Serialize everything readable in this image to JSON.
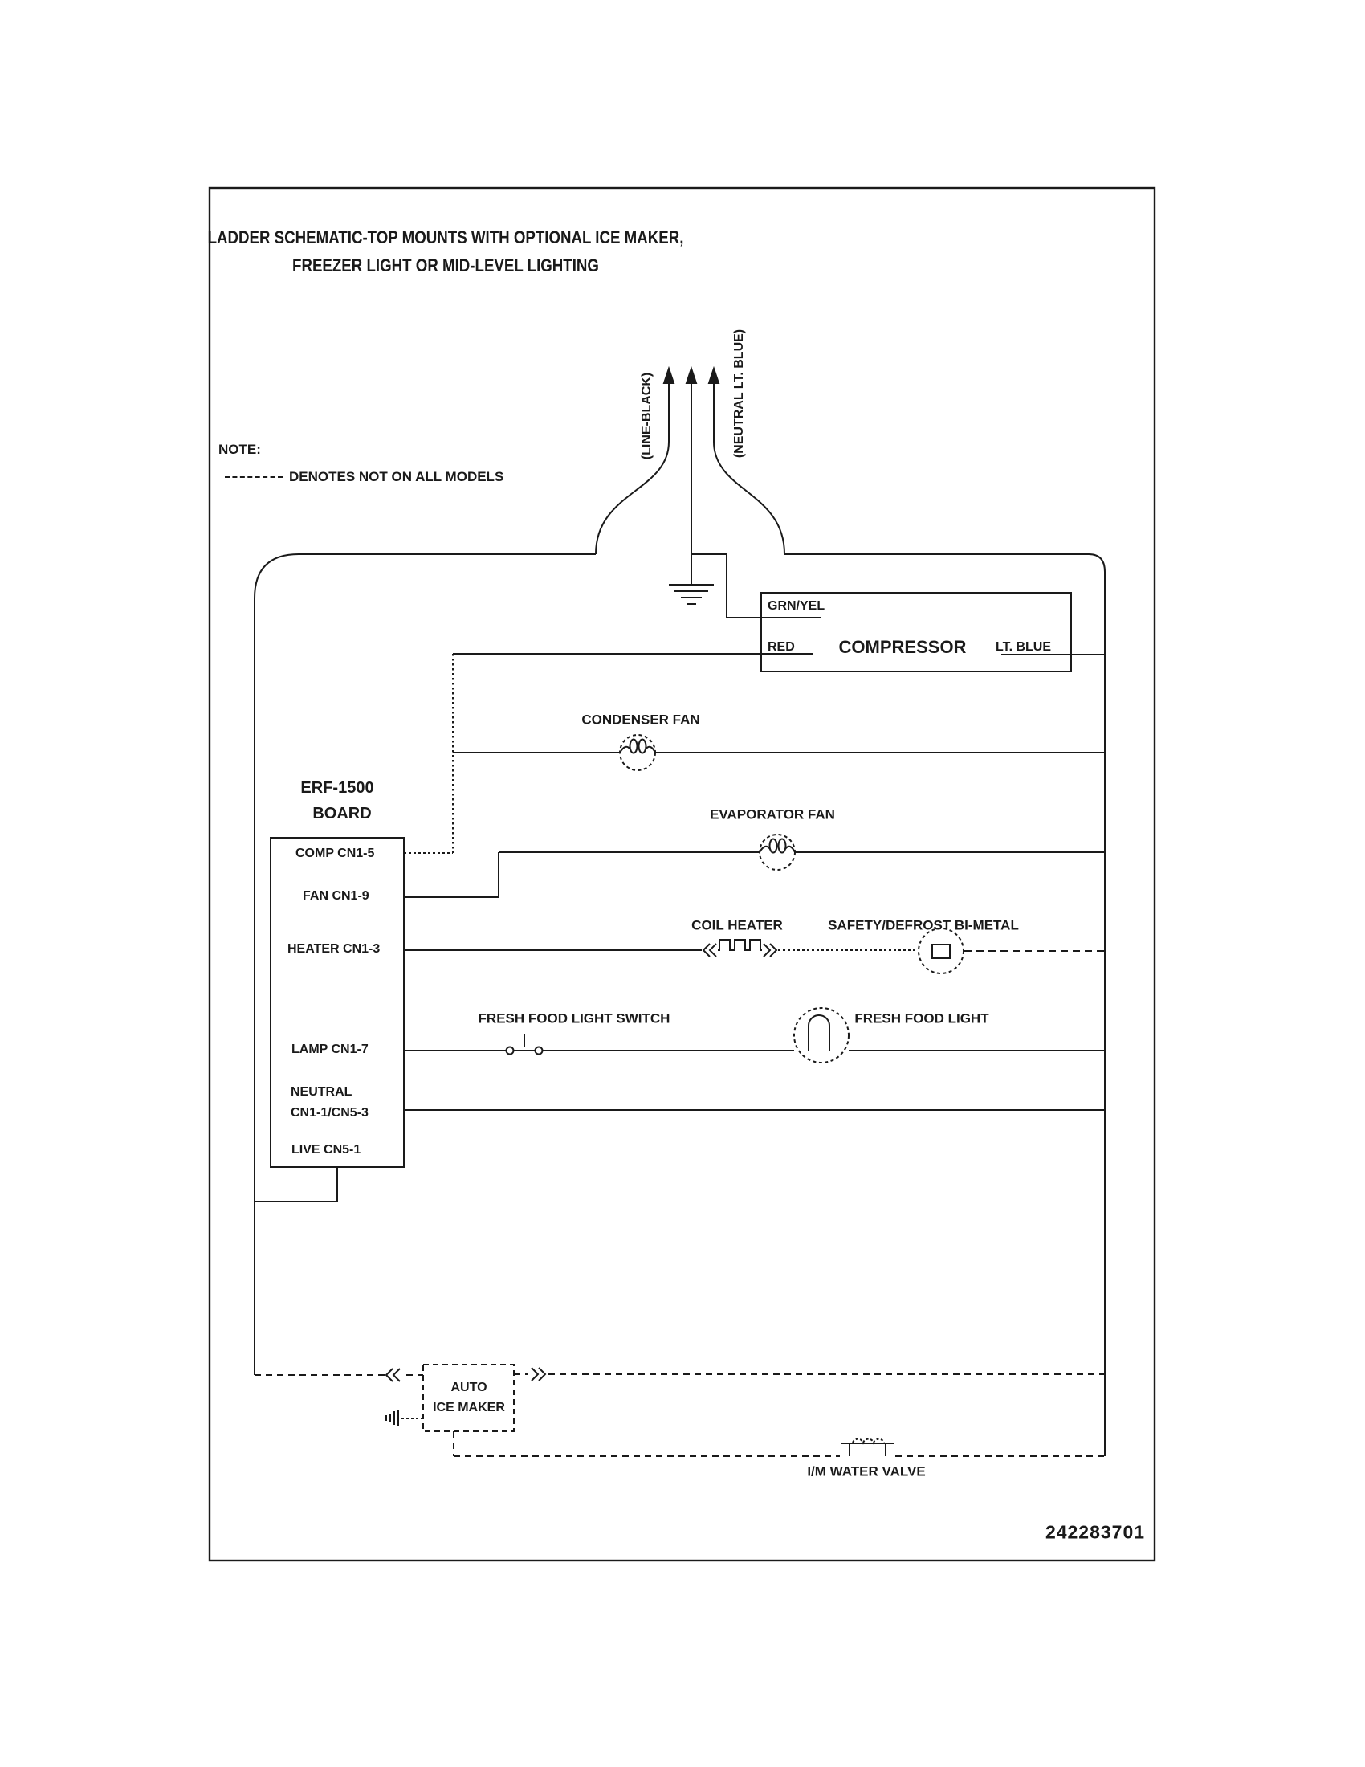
{
  "title": {
    "line1": "LADDER SCHEMATIC-TOP MOUNTS WITH OPTIONAL ICE MAKER,",
    "line2": "FREEZER LIGHT OR MID-LEVEL LIGHTING"
  },
  "note": {
    "heading": "NOTE:",
    "legend": "DENOTES NOT ON ALL MODELS"
  },
  "power": {
    "line_label": "(LINE-BLACK)",
    "neutral_label": "(NEUTRAL LT. BLUE)"
  },
  "compressor": {
    "label": "COMPRESSOR",
    "wire_ground": "GRN/YEL",
    "wire_line": "RED",
    "wire_neutral": "LT. BLUE"
  },
  "board": {
    "name_line1": "ERF-1500",
    "name_line2": "BOARD",
    "pins": {
      "comp": "COMP CN1-5",
      "fan": "FAN CN1-9",
      "heater": "HEATER CN1-3",
      "lamp": "LAMP CN1-7",
      "neutral_line1": "NEUTRAL",
      "neutral_line2": "CN1-1/CN5-3",
      "live": "LIVE CN5-1"
    }
  },
  "components": {
    "condenser_fan": "CONDENSER FAN",
    "evaporator_fan": "EVAPORATOR FAN",
    "coil_heater": "COIL HEATER",
    "bimetal": "SAFETY/DEFROST BI-METAL",
    "light_switch": "FRESH FOOD LIGHT SWITCH",
    "fresh_food_light": "FRESH FOOD LIGHT",
    "ice_maker_line1": "AUTO",
    "ice_maker_line2": "ICE MAKER",
    "water_valve": "I/M WATER VALVE"
  },
  "footer": {
    "part_number": "242283701"
  },
  "colors": {
    "ink": "#1a1a1a",
    "background": "#ffffff"
  }
}
